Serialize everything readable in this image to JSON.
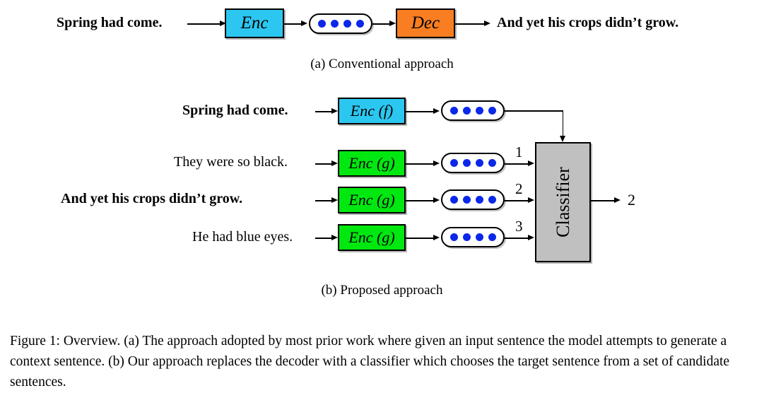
{
  "figure": {
    "caption": "Figure 1: Overview. (a) The approach adopted by most prior work where given an input sentence the model attempts to generate a context sentence.  (b) Our approach replaces the decoder with a classifier which chooses the target sentence from a set of candidate sentences.",
    "panel_a": {
      "subcaption": "(a)  Conventional approach",
      "input_sentence": "Spring had come.",
      "encoder_label": "Enc",
      "decoder_label": "Dec",
      "output_sentence": "And yet his crops didn’t grow.",
      "embedding_dot_count": 4
    },
    "panel_b": {
      "subcaption": "(b)  Proposed approach",
      "classifier_label": "Classifier",
      "classifier_output": "2",
      "rows": [
        {
          "sentence": "Spring had come.",
          "bold": true,
          "encoder_label": "Enc (f)",
          "encoder_color": "cyan",
          "index_label": "",
          "embedding_dot_count": 4
        },
        {
          "sentence": "They were so black.",
          "bold": false,
          "encoder_label": "Enc (g)",
          "encoder_color": "green",
          "index_label": "1",
          "embedding_dot_count": 4
        },
        {
          "sentence": "And yet his crops didn’t grow.",
          "bold": true,
          "encoder_label": "Enc (g)",
          "encoder_color": "green",
          "index_label": "2",
          "embedding_dot_count": 4
        },
        {
          "sentence": "He had blue eyes.",
          "bold": false,
          "encoder_label": "Enc (g)",
          "encoder_color": "green",
          "index_label": "3",
          "embedding_dot_count": 4
        }
      ]
    }
  },
  "colors": {
    "encoder_f": "#2CC7F0",
    "encoder_g": "#00E810",
    "decoder": "#F97E22",
    "classifier": "#C0C0C0",
    "embedding_dot": "#0B28E8",
    "stroke": "#000000",
    "background": "#FFFFFF"
  }
}
